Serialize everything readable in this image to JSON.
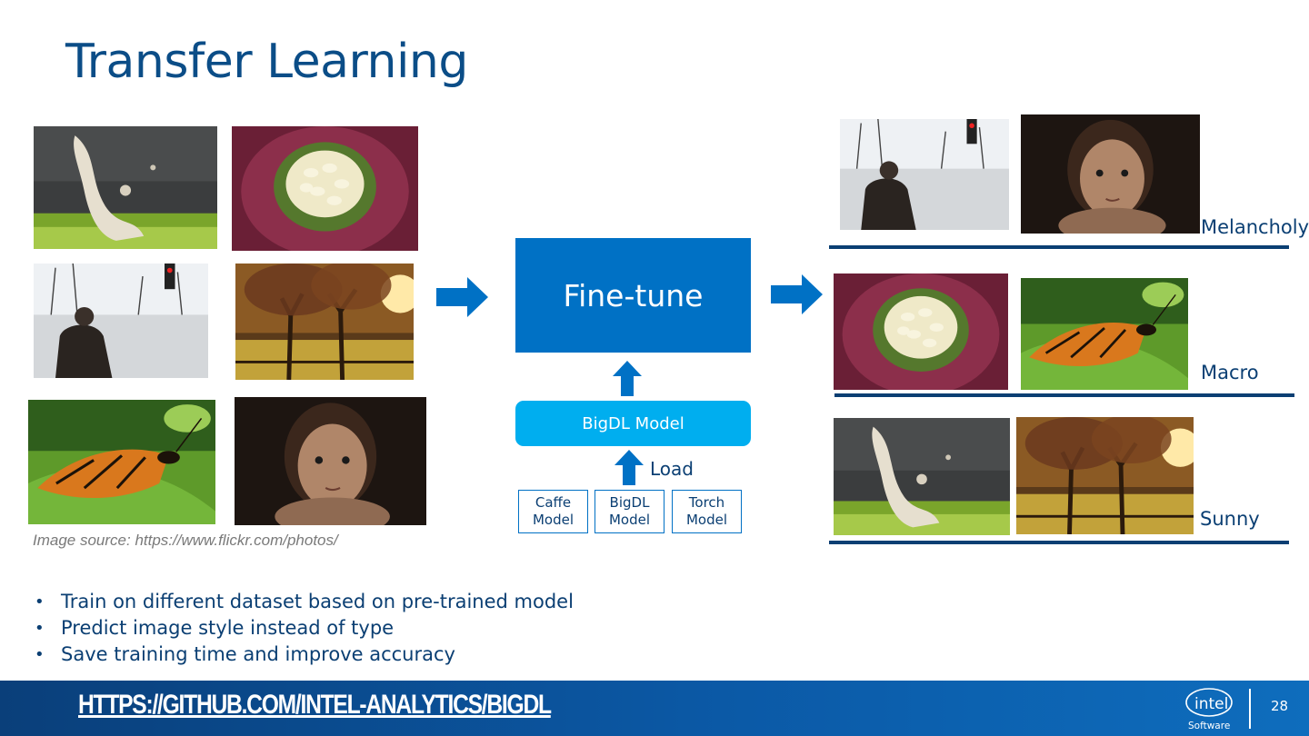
{
  "slide": {
    "title": "Transfer Learning",
    "image_source": "Image source:  https://www.flickr.com/photos/",
    "finetune_label": "Fine-tune",
    "bigdl_model_label": "BigDL Model",
    "load_label": "Load",
    "models": [
      {
        "line1": "Caffe",
        "line2": "Model"
      },
      {
        "line1": "BigDL",
        "line2": "Model"
      },
      {
        "line1": "Torch",
        "line2": "Model"
      }
    ],
    "categories": [
      "Melancholy",
      "Macro",
      "Sunny"
    ],
    "bullets": [
      "Train on different dataset based on pre-trained model",
      "Predict image style instead of type",
      "Save training time and improve accuracy"
    ]
  },
  "footer": {
    "url": "HTTPS://GITHUB.COM/INTEL-ANALYTICS/BIGDL",
    "logo_text": "intel",
    "logo_sub": "Software",
    "page_number": "28"
  },
  "colors": {
    "title": "#0b4d87",
    "finetune_bg": "#0071c5",
    "bigdl_bg": "#00aeef",
    "rule": "#0b3f73",
    "footer_bg": "#0b59a6"
  },
  "icons": [
    "right-arrow-icon",
    "up-arrow-icon",
    "intel-logo-icon"
  ]
}
